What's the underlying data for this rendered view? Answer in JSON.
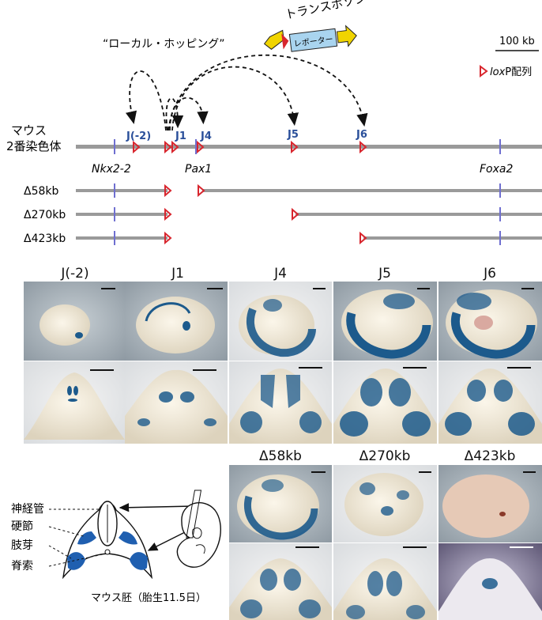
{
  "top": {
    "local_hopping": "“ローカル・ホッピング”",
    "transposon": "トランスポゾン",
    "reporter": "レポーター",
    "scale": "100 kb",
    "loxp_italic": "lox",
    "loxp_rest": "P配列",
    "chromosome_line1": "マウス",
    "chromosome_line2": "2番染色体",
    "insertions": [
      "J(-2)",
      "J1",
      "J4",
      "J5",
      "J6"
    ],
    "genes": [
      "Nkx2-2",
      "Pax1",
      "Foxa2"
    ],
    "deletions": [
      "Δ58kb",
      "Δ270kb",
      "Δ423kb"
    ]
  },
  "embryo_labels_top": [
    "J(-2)",
    "J1",
    "J4",
    "J5",
    "J6"
  ],
  "embryo_labels_bottom": [
    "Δ58kb",
    "Δ270kb",
    "Δ423kb"
  ],
  "schematic": {
    "labels": [
      "神経管",
      "硬節",
      "肢芽",
      "脊索"
    ],
    "caption": "マウス胚（胎生11.5日）"
  },
  "colors": {
    "stain_blue": "#1c5a8c",
    "chromosome_gray": "#9a9a9a",
    "loxp_red": "#d8262e",
    "label_blue": "#2a4f9a",
    "schematic_blue": "#1f5fb0"
  }
}
